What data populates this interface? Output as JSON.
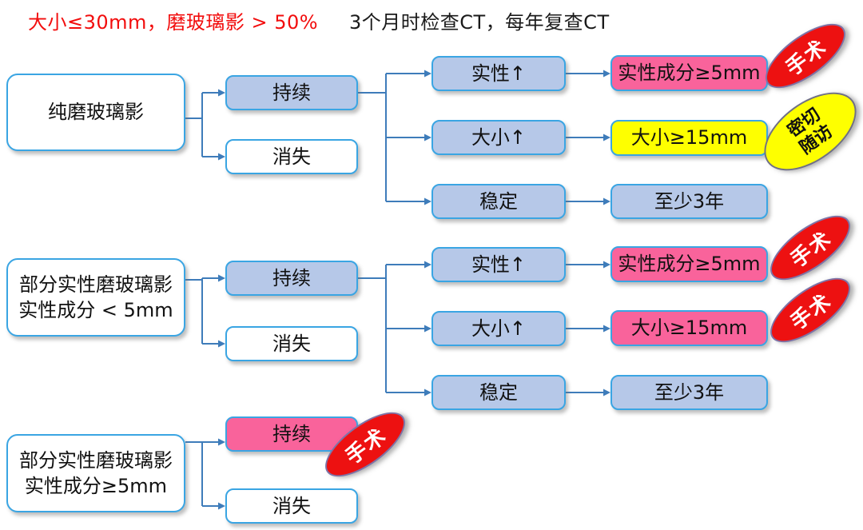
{
  "header": {
    "criteria_note": "大小≤30mm，磨玻璃影 > 50%",
    "followup_note": "3个月时检查CT，每年复查CT"
  },
  "colors": {
    "box_border": "#3aa5e3",
    "blue_fill": "#b6c8e8",
    "pink_fill": "#f9639b",
    "yellow_fill": "#feff00",
    "red_badge": "#ed1111",
    "connector": "#3e7cba",
    "note_red": "#f20d0d"
  },
  "groups": [
    {
      "root": "纯磨玻璃影",
      "persist": "持续",
      "disappear": "消失",
      "branches": [
        {
          "condition": "实性↑",
          "outcome": "实性成分≥5mm",
          "badge": "手术"
        },
        {
          "condition": "大小↑",
          "outcome": "大小≥15mm",
          "badge": "密切随访"
        },
        {
          "condition": "稳定",
          "outcome": "至少3年",
          "badge": ""
        }
      ]
    },
    {
      "root": "部分实性磨玻璃影",
      "root_line2": "实性成分 < 5mm",
      "persist": "持续",
      "disappear": "消失",
      "branches": [
        {
          "condition": "实性↑",
          "outcome": "实性成分≥5mm",
          "badge": "手术"
        },
        {
          "condition": "大小↑",
          "outcome": "大小≥15mm",
          "badge": "手术"
        },
        {
          "condition": "稳定",
          "outcome": "至少3年",
          "badge": ""
        }
      ]
    },
    {
      "root": "部分实性磨玻璃影",
      "root_line2": "实性成分≥5mm",
      "persist": "持续",
      "persist_badge": "手术",
      "disappear": "消失",
      "branches": []
    }
  ]
}
